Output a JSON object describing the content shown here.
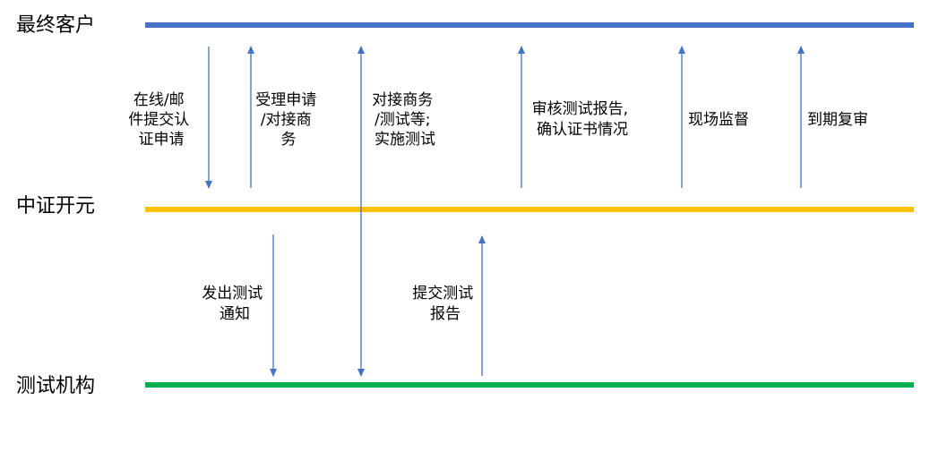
{
  "lanes": [
    {
      "label": "最终客户",
      "color": "#4472C4"
    },
    {
      "label": "中证开元",
      "color": "#FFC000"
    },
    {
      "label": "测试机构",
      "color": "#00B050"
    }
  ],
  "arrow_color": "#4472C4",
  "steps": [
    {
      "from": 0,
      "to": 1,
      "lines": [
        "在线/邮",
        "件提交认",
        "证申请"
      ]
    },
    {
      "from": 1,
      "to": 0,
      "lines": [
        "受理申请",
        "/对接商",
        "务"
      ]
    },
    {
      "from": 1,
      "to": 2,
      "lines": [
        "发出测试",
        "通知"
      ]
    },
    {
      "from": 2,
      "to": 0,
      "bidirectional": true,
      "lines": [
        "对接商务",
        "/测试等;",
        "实施测试"
      ]
    },
    {
      "from": 2,
      "to": 1,
      "lines": [
        "提交测试",
        "报告"
      ]
    },
    {
      "from": 1,
      "to": 0,
      "lines": [
        "审核测试报告,",
        "确认证书情况"
      ]
    },
    {
      "from": 1,
      "to": 0,
      "lines": [
        "现场监督"
      ]
    },
    {
      "from": 1,
      "to": 0,
      "lines": [
        "到期复审"
      ]
    }
  ]
}
